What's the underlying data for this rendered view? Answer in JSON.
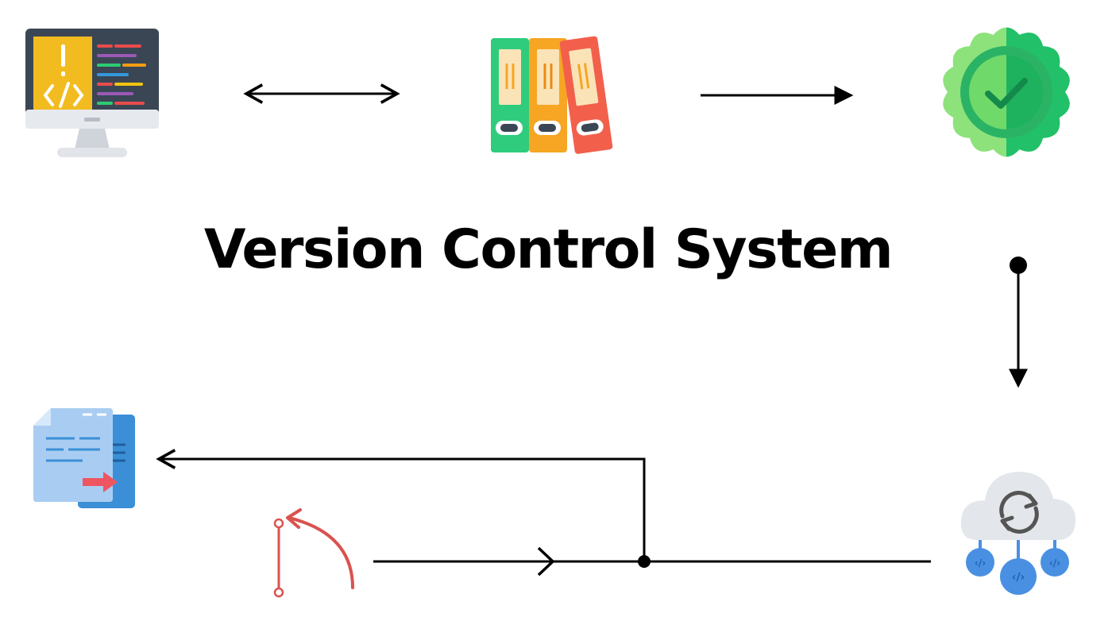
{
  "title": "Version Control System",
  "nodes": [
    {
      "id": "developer-workstation",
      "icon": "code-monitor-icon"
    },
    {
      "id": "repository",
      "icon": "binders-icon"
    },
    {
      "id": "verified",
      "icon": "check-badge-icon"
    },
    {
      "id": "cloud-sync",
      "icon": "cloud-sync-icon"
    },
    {
      "id": "branch",
      "icon": "branch-icon"
    },
    {
      "id": "file-transfer",
      "icon": "file-transfer-icon"
    }
  ],
  "edges": [
    {
      "from": "developer-workstation",
      "to": "repository",
      "style": "bidirectional"
    },
    {
      "from": "repository",
      "to": "verified",
      "style": "arrow"
    },
    {
      "from": "verified",
      "to": "cloud-sync",
      "style": "arrow"
    },
    {
      "from": "branch",
      "to": "cloud-sync",
      "style": "line"
    },
    {
      "from": "junction",
      "to": "file-transfer",
      "style": "arrow"
    }
  ],
  "colors": {
    "stroke": "#000000",
    "monitor_frame": "#3b4655",
    "code_panel": "#f2bb1f",
    "binder_green": "#2fcc7e",
    "binder_orange": "#f6a623",
    "binder_red": "#f2604c",
    "badge_light": "#8de27c",
    "badge_dark": "#2ab365",
    "cloud": "#e3e6ea",
    "node_blue": "#4a90e2",
    "branch_red": "#d9534f",
    "file_light": "#a9cdf2",
    "file_dark": "#3b8fd6",
    "transfer_arrow": "#ef5560"
  }
}
